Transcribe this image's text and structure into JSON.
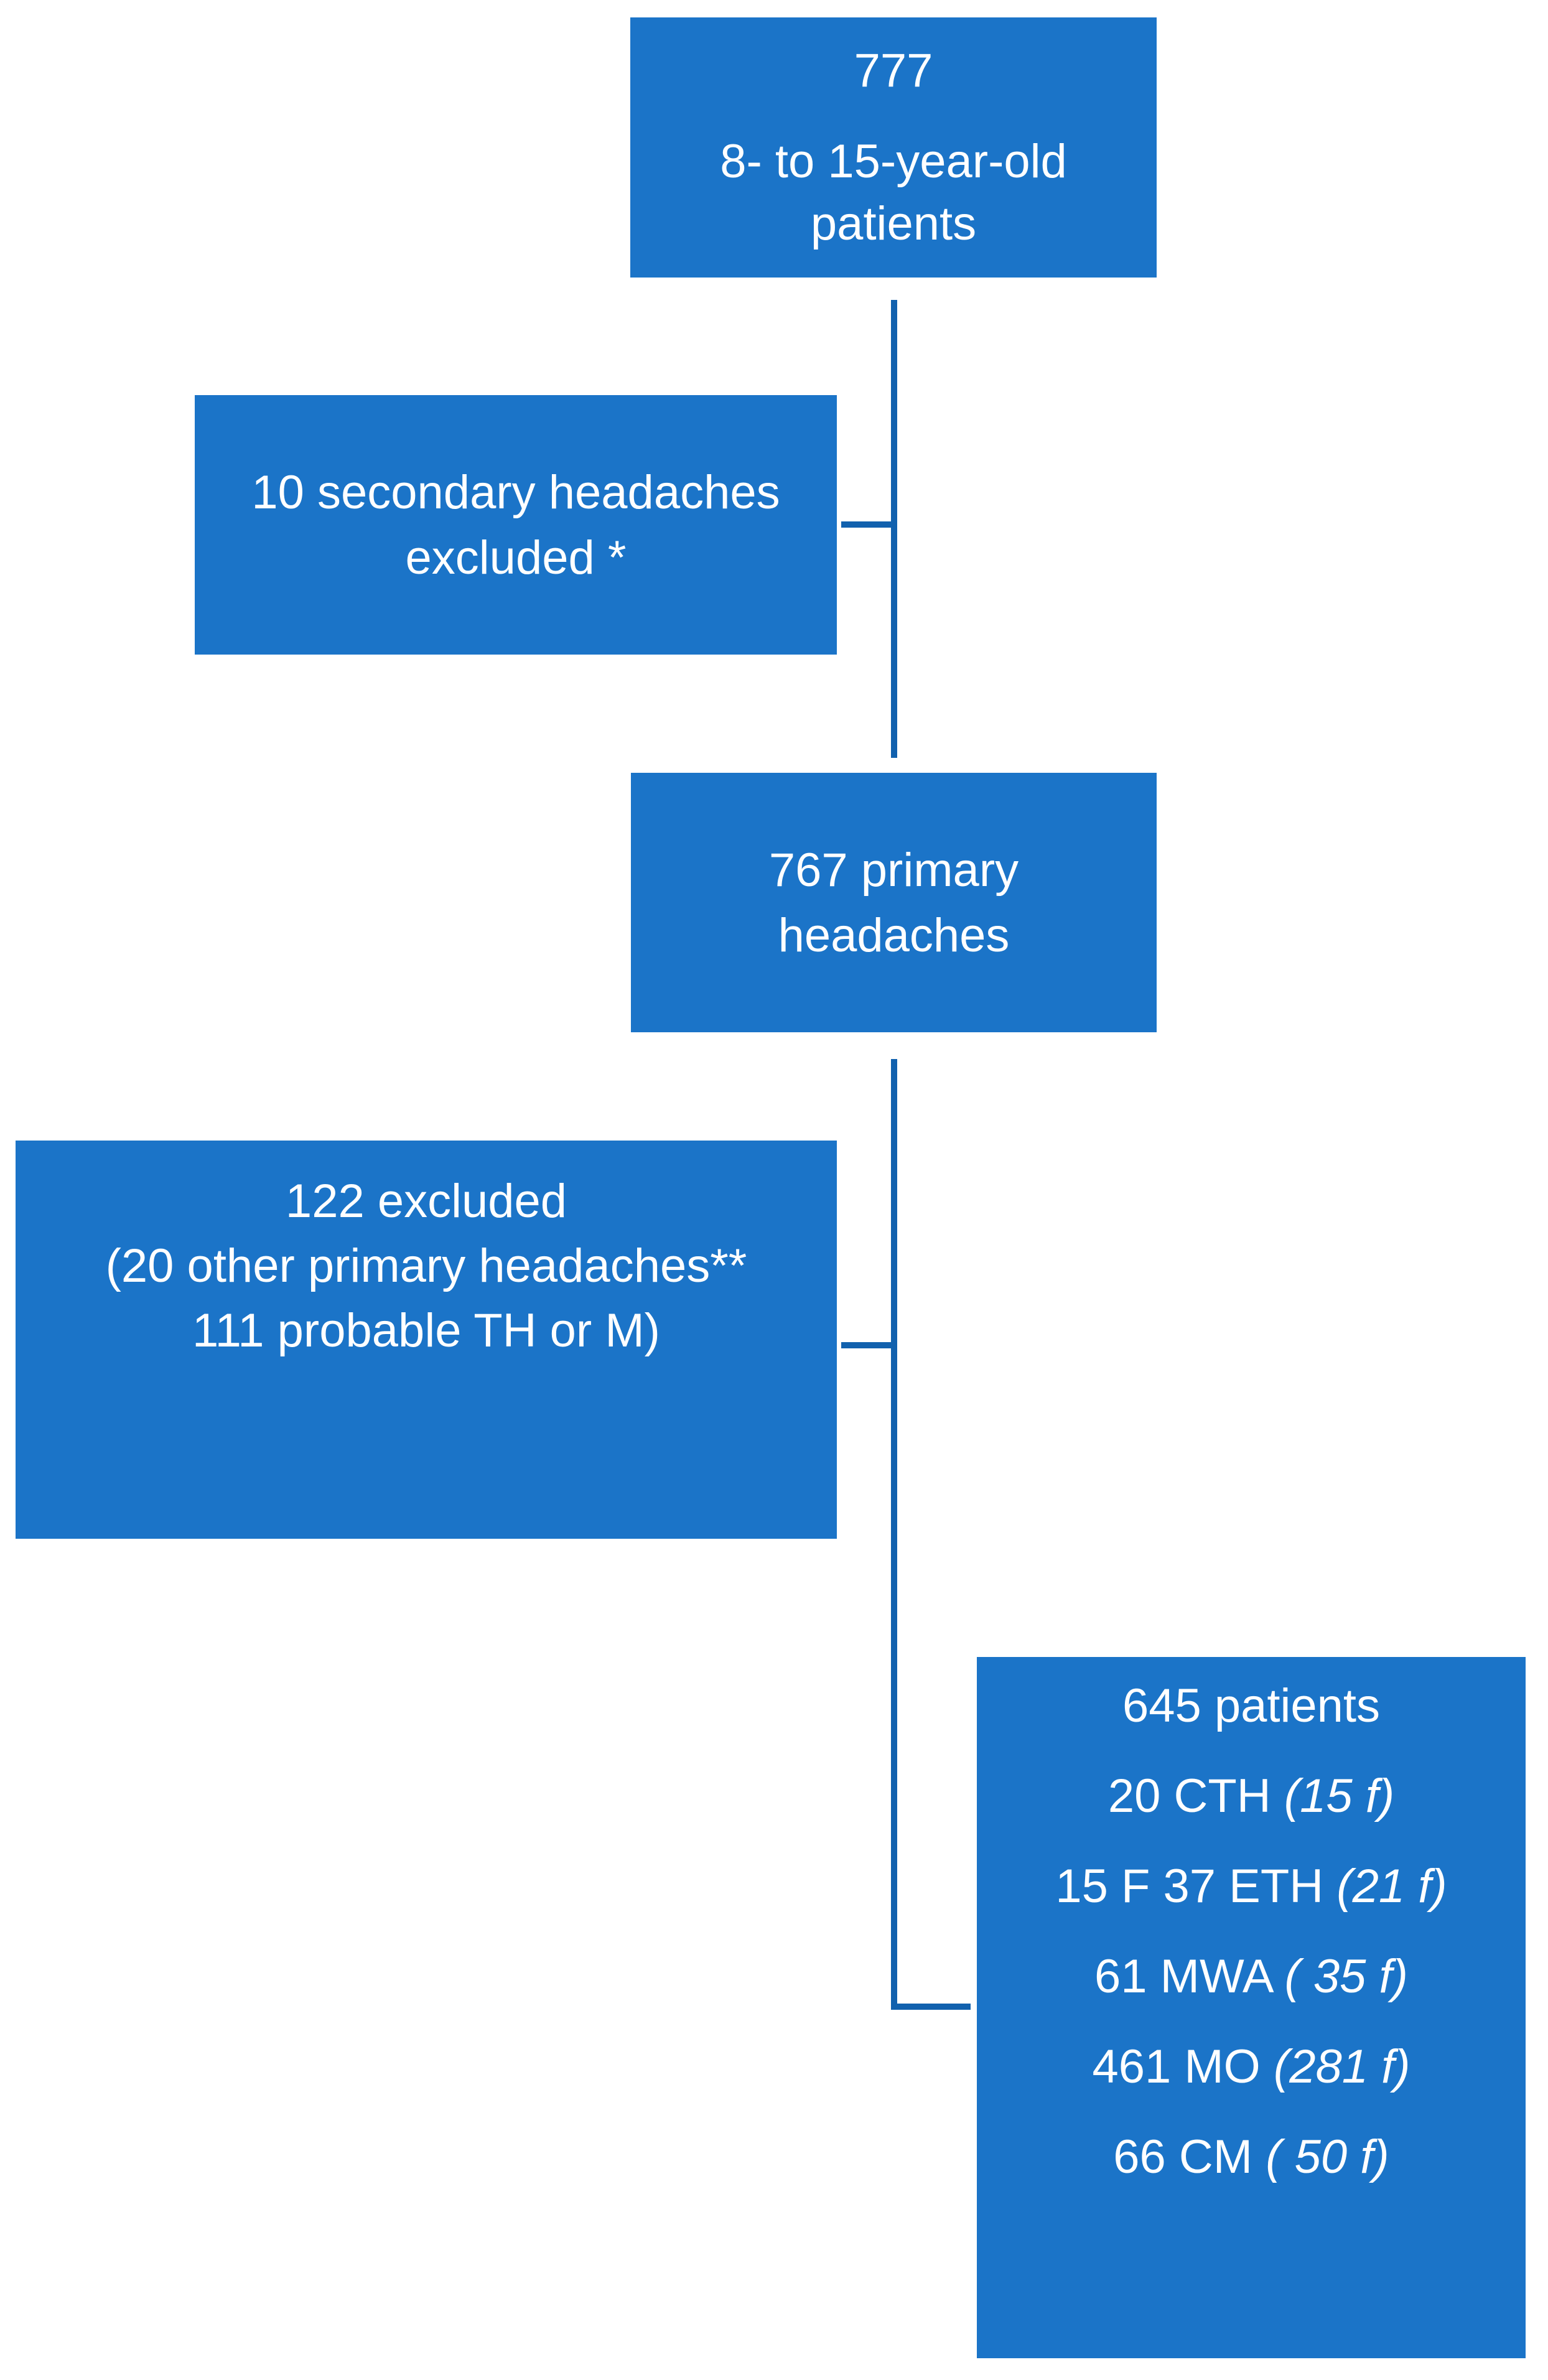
{
  "figure": {
    "type": "patient-flow-diagram",
    "background": "#ffffff",
    "box_fill": "#1B74C8",
    "connector_color": "#1161AE",
    "text_color": "#ffffff"
  },
  "boxes": {
    "total": {
      "lines": [
        "777",
        "8- to 15-year-old",
        "patients"
      ]
    },
    "secondary_excluded": {
      "lines": [
        "10 secondary headaches",
        "excluded *"
      ]
    },
    "primary": {
      "lines": [
        "767 primary",
        "headaches"
      ]
    },
    "excluded": {
      "lines": [
        "122 excluded",
        "(20 other primary headaches**",
        "111 probable TH or M)"
      ]
    },
    "final": {
      "lines": [
        {
          "text": "645 patients",
          "italic": ""
        },
        {
          "text": "20 CTH ",
          "italic": "(15 f)"
        },
        {
          "text": "15 F 37 ETH ",
          "italic": "(21 f)"
        },
        {
          "text": "61 MWA ",
          "italic": "( 35 f)"
        },
        {
          "text": "461 MO ",
          "italic": "(281 f)"
        },
        {
          "text": "66 CM ",
          "italic": "( 50 f)"
        }
      ]
    }
  }
}
